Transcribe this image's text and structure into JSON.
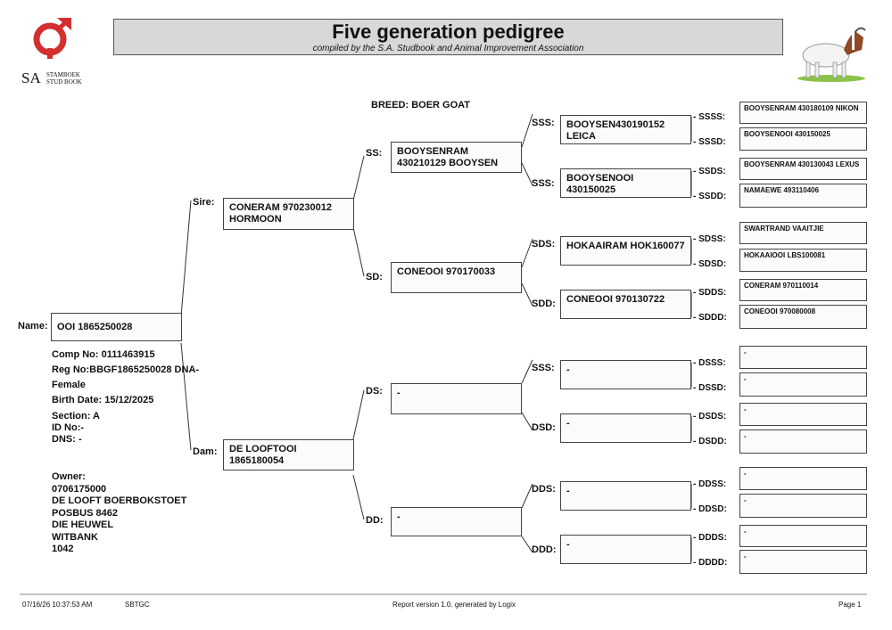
{
  "logo": {
    "mark_color": "#d32f2f",
    "prefix": "SA",
    "line1": "STAMBOEK",
    "line2": "STUD BOOK"
  },
  "header": {
    "title": "Five generation pedigree",
    "subtitle": "compiled by the S.A. Studbook and Animal Improvement Association"
  },
  "breed": "BREED: BOER GOAT",
  "animal": {
    "name_label": "Name:",
    "name": "OOI 1865250028",
    "comp_no": "Comp No: 0111463915",
    "reg_no": "Reg No:BBGF1865250028 DNA-",
    "sex": "Female",
    "birth_date": "Birth Date: 15/12/2025",
    "section": "Section: A",
    "id_no": "ID No:-",
    "dns": "DNS: -"
  },
  "owner": {
    "label": "Owner:",
    "lines": [
      "0706175000",
      "DE LOOFT BOERBOKSTOET",
      "POSBUS 8462",
      "DIE HEUWEL",
      "WITBANK",
      "1042"
    ]
  },
  "gen1": {
    "sire": {
      "label": "Sire:",
      "name": "CONERAM 970230012 HORMOON"
    },
    "dam": {
      "label": "Dam:",
      "name": "DE LOOFTOOI 1865180054"
    }
  },
  "gen2": {
    "ss": {
      "label": "SS:",
      "name": "BOOYSENRAM 430210129 BOOYSEN"
    },
    "sd": {
      "label": "SD:",
      "name": "CONEOOI 970170033"
    },
    "ds": {
      "label": "DS:",
      "name": "-"
    },
    "dd": {
      "label": "DD:",
      "name": "-"
    }
  },
  "gen3": {
    "sss": {
      "label": "SSS:",
      "name": "BOOYSEN430190152 LEICA"
    },
    "ssd": {
      "label": "SSS:",
      "name": "BOOYSENOOI 430150025"
    },
    "sds": {
      "label": "SDS:",
      "name": "HOKAAIRAM HOK160077"
    },
    "sdd": {
      "label": "SDD:",
      "name": "CONEOOI 970130722"
    },
    "dss": {
      "label": "SSS:",
      "name": "-"
    },
    "dsd": {
      "label": "DSD:",
      "name": "-"
    },
    "dds": {
      "label": "DDS:",
      "name": "-"
    },
    "ddd": {
      "label": "DDD:",
      "name": "-"
    }
  },
  "gen4": [
    {
      "label": "- SSSS:",
      "name": "BOOYSENRAM 430180109 NIKON"
    },
    {
      "label": "- SSSD:",
      "name": "BOOYSENOOI 430150025"
    },
    {
      "label": "- SSDS:",
      "name": "BOOYSENRAM 430130043 LEXUS"
    },
    {
      "label": "- SSDD:",
      "name": "NAMAEWE 493110406"
    },
    {
      "label": "- SDSS:",
      "name": "SWARTRAND VAAITJIE"
    },
    {
      "label": "- SDSD:",
      "name": "HOKAAIOOI LBS100081"
    },
    {
      "label": "- SDDS:",
      "name": "CONERAM 970110014"
    },
    {
      "label": "- SDDD:",
      "name": "CONEOOI 970080008"
    },
    {
      "label": "- DSSS:",
      "name": "-"
    },
    {
      "label": "- DSSD:",
      "name": "-"
    },
    {
      "label": "- DSDS:",
      "name": "-"
    },
    {
      "label": "- DSDD:",
      "name": "-"
    },
    {
      "label": "- DDSS:",
      "name": "-"
    },
    {
      "label": "- DDSD:",
      "name": "-"
    },
    {
      "label": "- DDDS:",
      "name": "-"
    },
    {
      "label": "- DDDD:",
      "name": "-"
    }
  ],
  "footer": {
    "datetime": "07/16/26 10:37:53 AM",
    "code": "SBTGC",
    "report": "Report version 1.0. generated by Logix",
    "page": "Page 1"
  }
}
